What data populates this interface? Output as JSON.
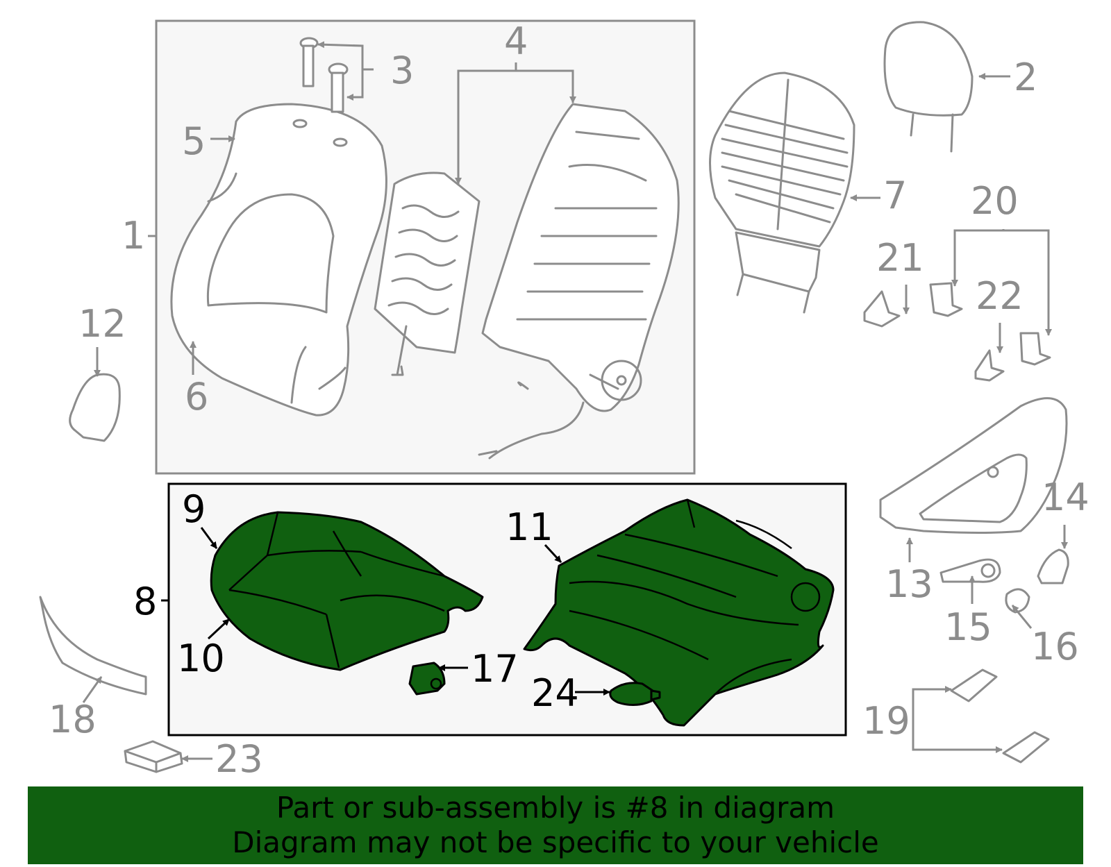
{
  "callouts": {
    "c1": "1",
    "c2": "2",
    "c3": "3",
    "c4": "4",
    "c5": "5",
    "c6": "6",
    "c7": "7",
    "c8": "8",
    "c9": "9",
    "c10": "10",
    "c11": "11",
    "c12": "12",
    "c13": "13",
    "c14": "14",
    "c15": "15",
    "c16": "16",
    "c17": "17",
    "c18": "18",
    "c19": "19",
    "c20": "20",
    "c21": "21",
    "c22": "22",
    "c23": "23",
    "c24": "24"
  },
  "banner": {
    "line1": "Part or sub-assembly is #8 in diagram",
    "line2": "Diagram may not be specific to your vehicle"
  },
  "colors": {
    "highlight": "#106010",
    "outline_grey": "#8c8c8c",
    "panel_bg": "#f7f7f7"
  }
}
